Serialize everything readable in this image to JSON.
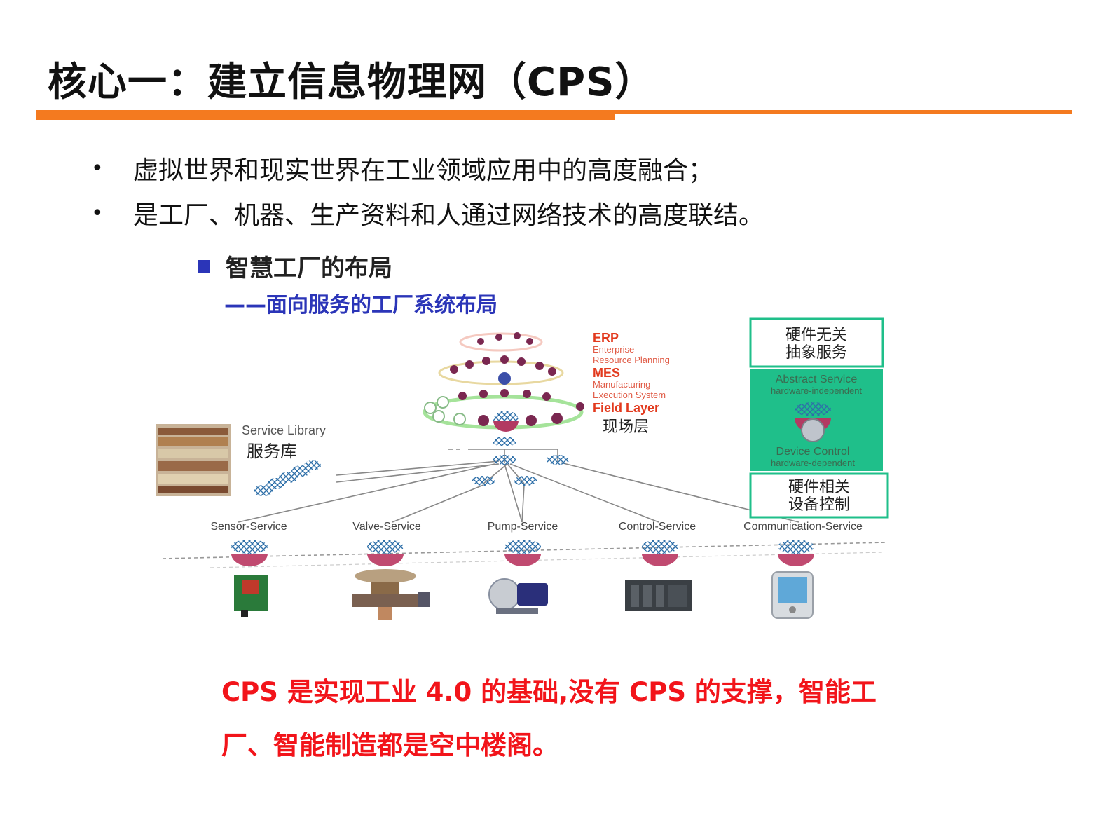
{
  "slide": {
    "title": "核心一：建立信息物理网（CPS）",
    "bullets": [
      "虚拟世界和现实世界在工业领域应用中的高度融合；",
      "是工厂、机器、生产资料和人通过网络技术的高度联结。"
    ],
    "bullet_marker": "•",
    "colors": {
      "accent": "#f47a1f",
      "heading_blue": "#2b35b8",
      "conclusion_red": "#f2141a",
      "panel_green": "#1fbf8a"
    }
  },
  "figure": {
    "heading": "智慧工厂的布局",
    "caption": "——面向服务的工厂系统布局",
    "layers": {
      "erp": "ERP",
      "erp_sub1": "Enterprise",
      "erp_sub2": "Resource Planning",
      "mes": "MES",
      "mes_sub1": "Manufacturing",
      "mes_sub2": "Execution System",
      "field": "Field Layer",
      "field_cn": "现场层"
    },
    "service_library": {
      "en": "Service Library",
      "cn": "服务库"
    },
    "right_panel": {
      "top_line1": "硬件无关",
      "top_line2": "抽象服务",
      "abstract": "Abstract Service",
      "abstract_sub": "hardware-independent",
      "device": "Device Control",
      "device_sub": "hardware-dependent",
      "bottom_line1": "硬件相关",
      "bottom_line2": "设备控制"
    },
    "services": [
      "Sensor-Service",
      "Valve-Service",
      "Pump-Service",
      "Control-Service",
      "Communication-Service"
    ]
  },
  "conclusion": "CPS 是实现工业 4.0 的基础,没有 CPS 的支撑，智能工厂、智能制造都是空中楼阁。"
}
